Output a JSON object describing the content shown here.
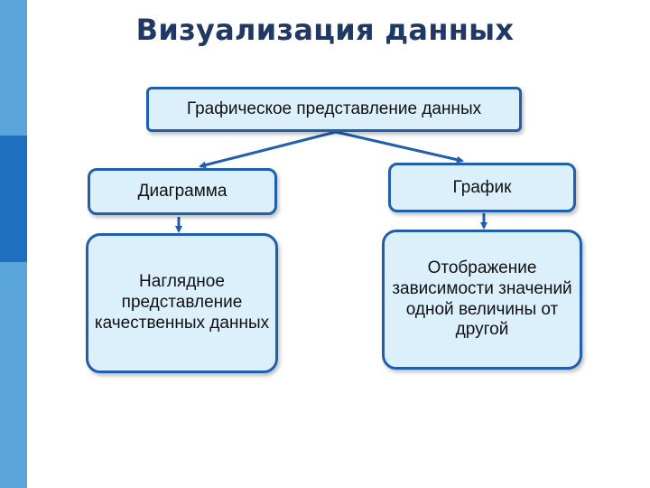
{
  "title": "Визуализация данных",
  "nodes": {
    "root": "Графическое представление данных",
    "diagram": "Диаграмма",
    "graph": "График",
    "diagram_desc": "Наглядное представление качественных данных",
    "graph_desc": "Отображение зависимости значений одной величины от другой"
  },
  "colors": {
    "title": "#1f3864",
    "box_fill": "#dcf0fb",
    "box_border": "#1f5fae",
    "arrow": "#1f5fae",
    "sidebar_light": "#5aa6dc",
    "sidebar_dark": "#1f6fbf"
  }
}
